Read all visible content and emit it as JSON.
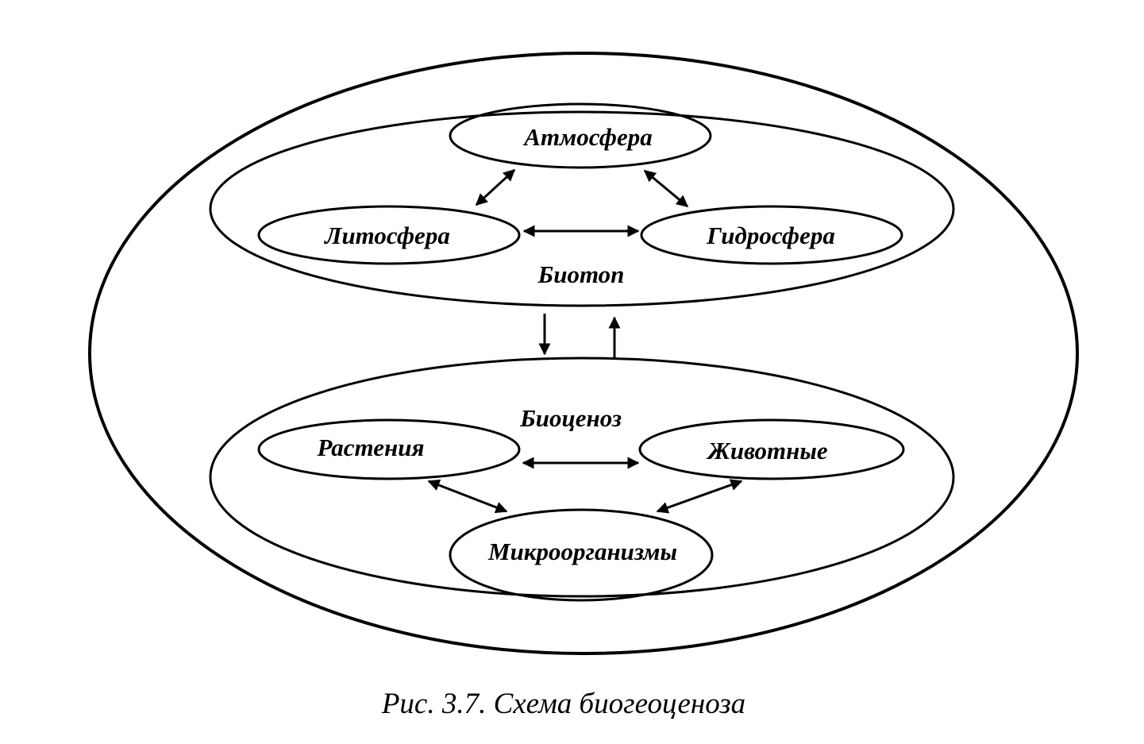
{
  "diagram": {
    "groups": {
      "biotop": "Биотоп",
      "biocenoz": "Биоценоз"
    },
    "nodes": {
      "atmosphere": "Атмосфера",
      "lithosphere": "Литосфера",
      "hydrosphere": "Гидросфера",
      "plants": "Растения",
      "animals": "Животные",
      "microorganisms": "Микроорганизмы"
    },
    "links": [
      {
        "from": "lithosphere",
        "to": "atmosphere",
        "direction": "both"
      },
      {
        "from": "atmosphere",
        "to": "hydrosphere",
        "direction": "both"
      },
      {
        "from": "lithosphere",
        "to": "hydrosphere",
        "direction": "both"
      },
      {
        "from": "biotop",
        "to": "biocenoz",
        "direction": "one-way"
      },
      {
        "from": "biocenoz",
        "to": "biotop",
        "direction": "one-way"
      },
      {
        "from": "plants",
        "to": "animals",
        "direction": "both"
      },
      {
        "from": "plants",
        "to": "microorganisms",
        "direction": "both"
      },
      {
        "from": "animals",
        "to": "microorganisms",
        "direction": "both"
      }
    ]
  },
  "caption": "Рис. 3.7. Схема биогеоценоза",
  "colors": {
    "stroke": "#000000",
    "background": "#ffffff"
  }
}
